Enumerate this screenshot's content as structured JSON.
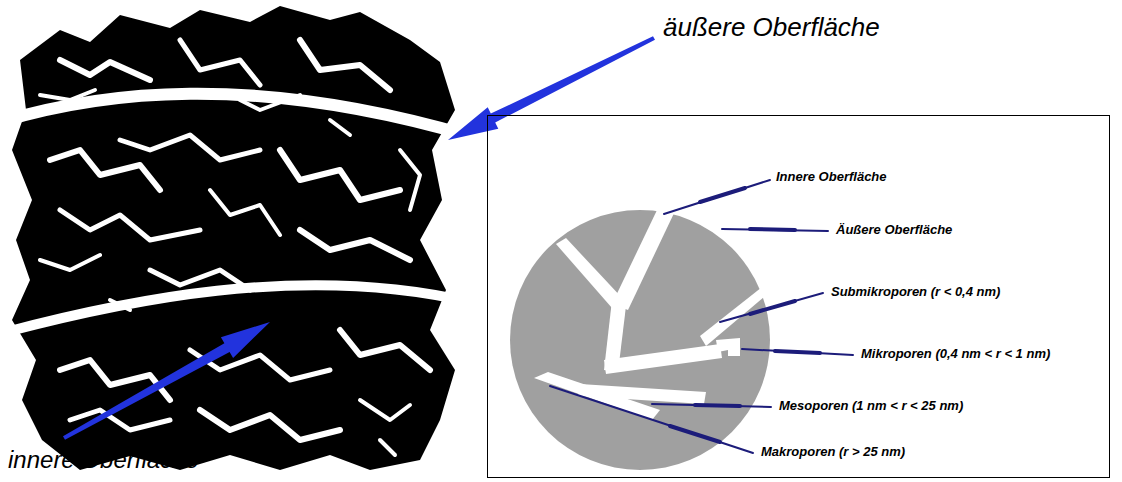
{
  "diagram": {
    "nodes": [
      {
        "text": [
          "Innere Oberfläche",
          "Äußere Oberfläche",
          "Submikroporen (r < 0,4 nm)",
          "Mikroporen (0,4 nm < r < 1 nm)",
          "Mesoporen (1 nm < r < 25 nm)",
          "Makroporen (r > 25 nm)"
        ]
      }
    ],
    "labels": [
      "äußere Oberfläche",
      "innere Oberfläche"
    ]
  }
}
